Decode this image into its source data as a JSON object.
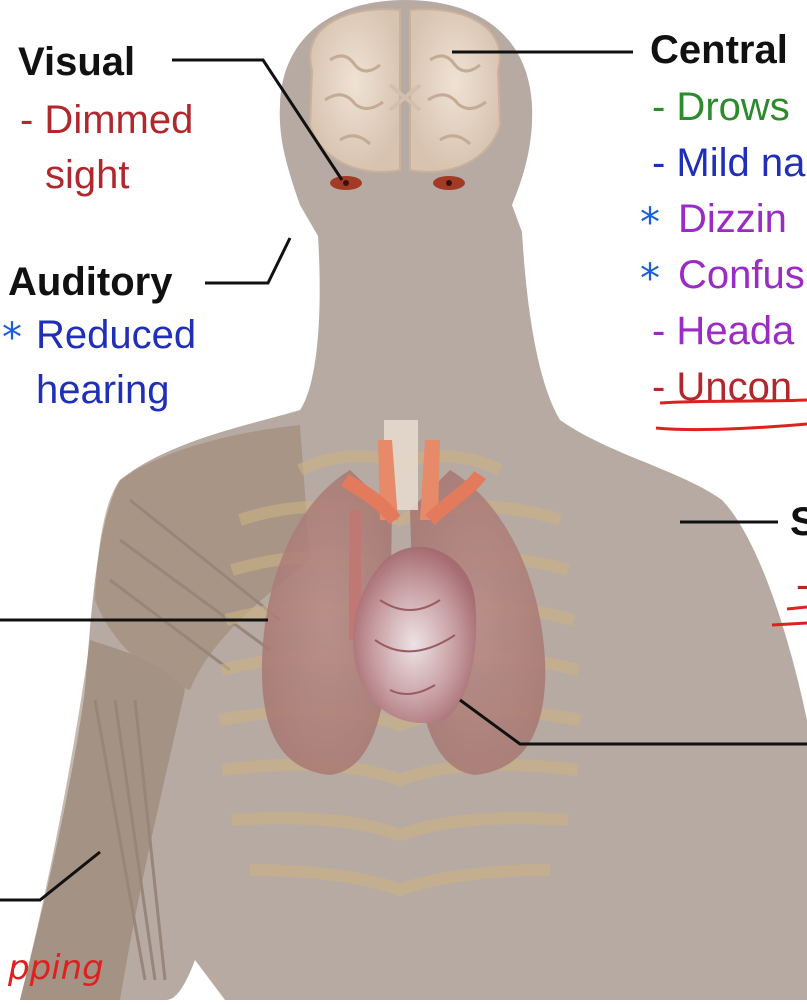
{
  "labels": {
    "visual": {
      "heading": "Visual",
      "items": [
        {
          "text": "- Dimmed",
          "color": "#b0282e"
        },
        {
          "text": "sight",
          "color": "#b0282e"
        }
      ]
    },
    "auditory": {
      "heading": "Auditory",
      "items": [
        {
          "text": "Reduced",
          "color": "#1f2fb8"
        },
        {
          "text": "hearing",
          "color": "#1f2fb8"
        }
      ],
      "marker": "*"
    },
    "central": {
      "heading": "Central",
      "items": [
        {
          "text": "- Drows",
          "color": "#2d8a2d"
        },
        {
          "text": "- Mild na",
          "color": "#1f2fb8"
        },
        {
          "text": "Dizzin",
          "color": "#9a2bc4",
          "marker": "*"
        },
        {
          "text": "Confus",
          "color": "#9a2bc4",
          "marker": "*"
        },
        {
          "text": "- Heada",
          "color": "#9a2bc4"
        },
        {
          "text": "- Uncon",
          "color": "#b0282e"
        }
      ]
    },
    "skin": {
      "heading": "S",
      "item": "-"
    },
    "handwriting": "pping"
  },
  "colors": {
    "body": "#b8aba3",
    "line": "#000000",
    "annotation": "#e02020",
    "marker": "#1b5fd6"
  }
}
